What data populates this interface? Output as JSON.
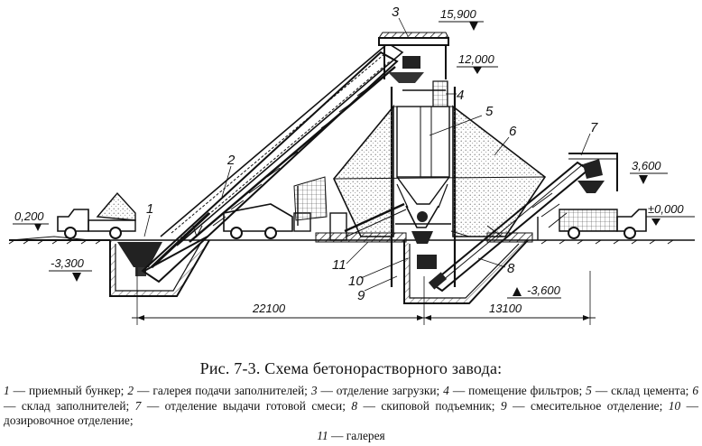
{
  "elevations": {
    "top": "15,900",
    "upper": "12,000",
    "right_platform": "3,600",
    "ground_left": "0,200",
    "ground_right": "±0,000",
    "pit": "-3,300",
    "bottom": "-3,600"
  },
  "dimensions": {
    "left_span": "22100",
    "right_span": "13100"
  },
  "labels": {
    "n1": "1",
    "n2": "2",
    "n3": "3",
    "n4": "4",
    "n5": "5",
    "n6": "6",
    "n7": "7",
    "n8": "8",
    "n9": "9",
    "n10": "10",
    "n11": "11"
  },
  "caption": "Рис. 7-3. Схема бетонорастворного завода:",
  "legend": [
    {
      "num": "1",
      "text": " — приемный бункер; "
    },
    {
      "num": "2",
      "text": " — галерея подачи заполнителей; "
    },
    {
      "num": "3",
      "text": " — отделение загрузки; "
    },
    {
      "num": "4",
      "text": " — помещение фильтров; "
    },
    {
      "num": "5",
      "text": " — склад цемента; "
    },
    {
      "num": "6",
      "text": " — склад заполнителей; "
    },
    {
      "num": "7",
      "text": " — отделение выдачи готовой смеси; "
    },
    {
      "num": "8",
      "text": " — скиповой подъемник; "
    },
    {
      "num": "9",
      "text": " — смесительное отделение; "
    },
    {
      "num": "10",
      "text": " — дозировочное отделение; "
    },
    {
      "num": "11",
      "text": " — галерея"
    }
  ]
}
